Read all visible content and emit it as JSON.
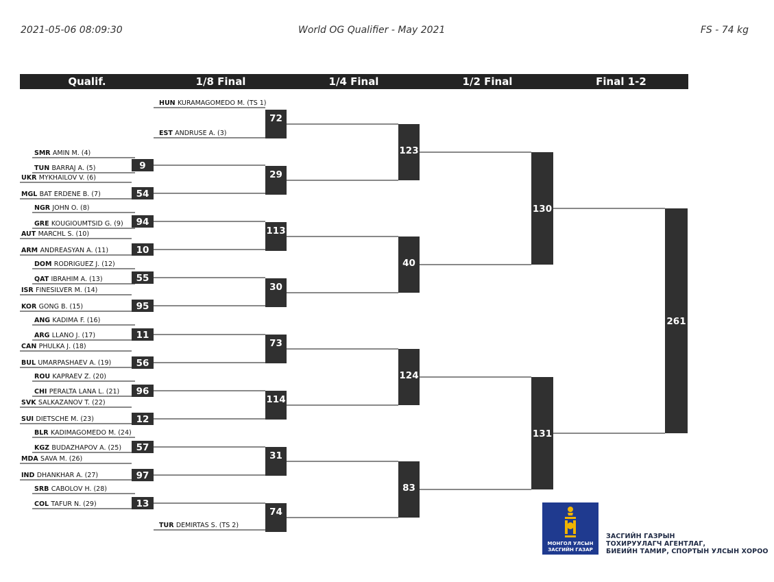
{
  "header": {
    "timestamp": "2021-05-06 08:09:30",
    "title": "World OG Qualifier - May 2021",
    "category": "FS - 74 kg"
  },
  "rounds": [
    "Qualif.",
    "1/8 Final",
    "1/4 Final",
    "1/2 Final",
    "Final 1-2"
  ],
  "entries": [
    {
      "country": "HUN",
      "name": "KURAMAGOMEDO M. (TS 1)"
    },
    {
      "country": "EST",
      "name": "ANDRUSE A. (3)"
    },
    {
      "country": "SMR",
      "name": "AMIN M. (4)"
    },
    {
      "country": "TUN",
      "name": "BARRAJ A. (5)"
    },
    {
      "country": "UKR",
      "name": "MYKHAILOV V. (6)"
    },
    {
      "country": "MGL",
      "name": "BAT ERDENE B. (7)"
    },
    {
      "country": "NGR",
      "name": "JOHN O. (8)"
    },
    {
      "country": "GRE",
      "name": "KOUGIOUMTSID G. (9)"
    },
    {
      "country": "AUT",
      "name": "MARCHL S. (10)"
    },
    {
      "country": "ARM",
      "name": "ANDREASYAN A. (11)"
    },
    {
      "country": "DOM",
      "name": "RODRIGUEZ J. (12)"
    },
    {
      "country": "QAT",
      "name": "IBRAHIM A. (13)"
    },
    {
      "country": "ISR",
      "name": "FINESILVER M. (14)"
    },
    {
      "country": "KOR",
      "name": "GONG B. (15)"
    },
    {
      "country": "ANG",
      "name": "KADIMA F. (16)"
    },
    {
      "country": "ARG",
      "name": "LLANO J. (17)"
    },
    {
      "country": "CAN",
      "name": "PHULKA J. (18)"
    },
    {
      "country": "BUL",
      "name": "UMARPASHAEV A. (19)"
    },
    {
      "country": "ROU",
      "name": "KAPRAEV Z. (20)"
    },
    {
      "country": "CHI",
      "name": "PERALTA LANA L. (21)"
    },
    {
      "country": "SVK",
      "name": "SALKAZANOV T. (22)"
    },
    {
      "country": "SUI",
      "name": "DIETSCHE M. (23)"
    },
    {
      "country": "BLR",
      "name": "KADIMAGOMEDO M. (24)"
    },
    {
      "country": "KGZ",
      "name": "BUDAZHAPOV A. (25)"
    },
    {
      "country": "MDA",
      "name": "SAVA M. (26)"
    },
    {
      "country": "IND",
      "name": "DHANKHAR A. (27)"
    },
    {
      "country": "SRB",
      "name": "CABOLOV H. (28)"
    },
    {
      "country": "COL",
      "name": "TAFUR N. (29)"
    },
    {
      "country": "TUR",
      "name": "DEMIRTAS S. (TS 2)"
    }
  ],
  "bouts": {
    "qualif": [
      "9",
      "54",
      "94",
      "10",
      "55",
      "95",
      "11",
      "56",
      "96",
      "12",
      "57",
      "97",
      "13"
    ],
    "eighth": [
      "72",
      "29",
      "113",
      "30",
      "73",
      "114",
      "31",
      "74"
    ],
    "quarter": [
      "123",
      "40",
      "124",
      "83"
    ],
    "semi": [
      "130",
      "131"
    ],
    "final": [
      "261"
    ]
  },
  "logo": {
    "caption_line1": "МОНГОЛ УЛСЫН",
    "caption_line2": "ЗАСГИЙН ГАЗАР",
    "org_line1": "ЗАСГИЙН ГАЗРЫН",
    "org_line2": "ТОХИРУУЛАГЧ АГЕНТЛАГ,",
    "org_line3": "БИЕИЙН ТАМИР, СПОРТЫН УЛСЫН ХОРОО"
  },
  "colors": {
    "box": "#303030",
    "box_text": "#ffffff",
    "header_bar": "#232323",
    "logo_bg": "#1f3a8f",
    "logo_gold": "#f0b400"
  }
}
